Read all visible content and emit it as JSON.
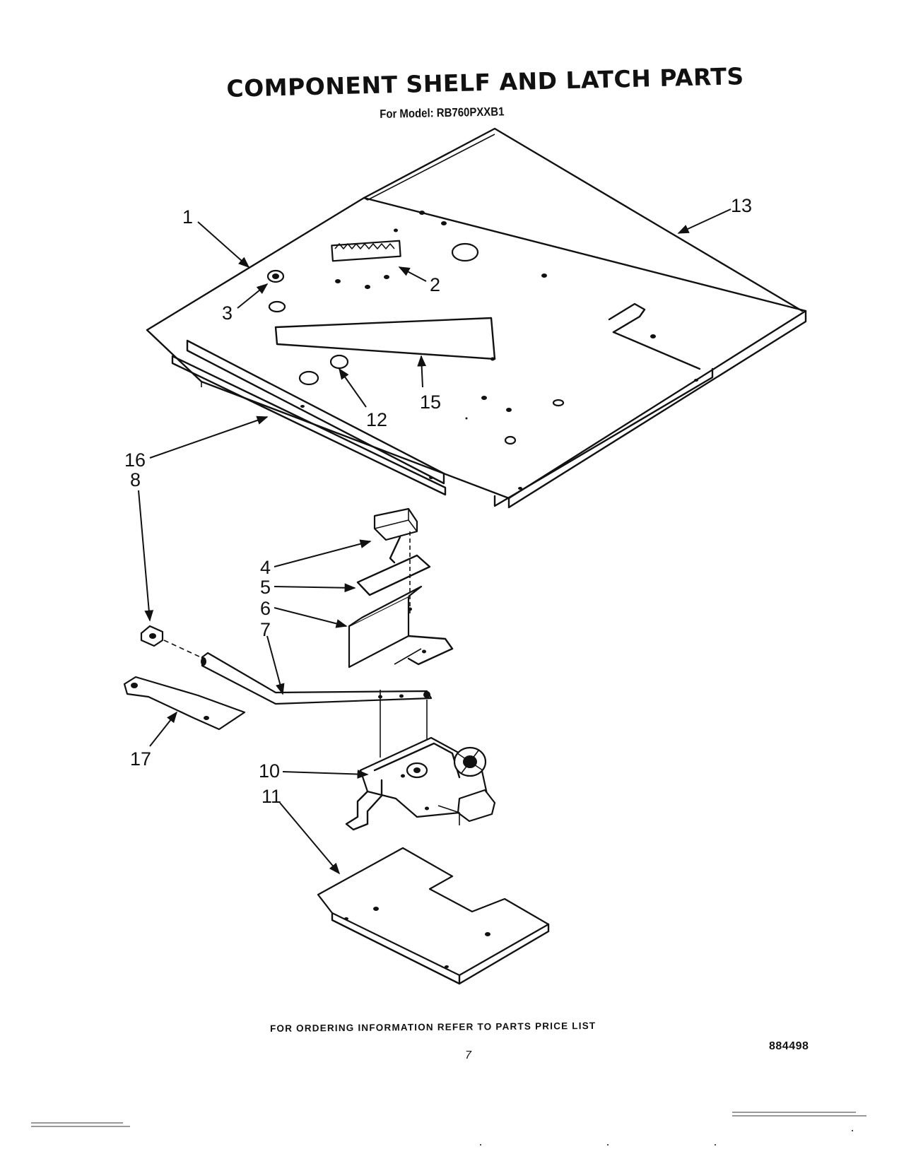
{
  "title": "COMPONENT SHELF AND LATCH PARTS",
  "subtitle": "For Model: RB760PXXB1",
  "callouts": [
    "1",
    "2",
    "3",
    "4",
    "5",
    "6",
    "7",
    "8",
    "10",
    "11",
    "12",
    "13",
    "15",
    "16",
    "17"
  ],
  "footer": {
    "ordering_note": "FOR ORDERING INFORMATION REFER TO PARTS PRICE LIST",
    "page_number": "7",
    "figure_number": "884498"
  }
}
